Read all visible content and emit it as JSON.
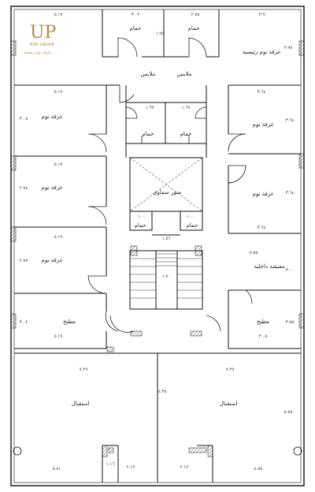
{
  "logo": {
    "mark": "UP",
    "text": "غرفة نوم رئيسية",
    "small": "RUD GROUP"
  },
  "rooms": {
    "master_bedroom_right": "غرفة نوم رئيسية",
    "bath_top_left": "حمام",
    "bath_top_right": "حمام",
    "closet_left": "ملابس",
    "closet_right": "ملابس",
    "bath_mid_left": "حمام",
    "bath_mid_right": "حمام",
    "bedroom_left_1": "غرفة نوم",
    "bedroom_right_1": "غرفة نوم",
    "bedroom_left_2": "غرفة نوم",
    "bedroom_right_2": "غرفة نوم",
    "bedroom_left_3": "غرفة نوم",
    "skylight": "منور سماوى",
    "bath_core_left": "حمام",
    "bath_core_right": "حمام",
    "inner_living": "معيشة داخلية",
    "kitchen_left": "مطبخ",
    "kitchen_right": "مطبخ",
    "reception_left": "استقبال",
    "reception_right": "استقبال"
  },
  "dimensions": {
    "d_top_1": "٣.٠٢",
    "d_top_2": "٢.٧٥",
    "d_top_3": "٣.٩٠",
    "d_top_left": "٥.١٩",
    "d_v_bath_l": "١.٩٥",
    "d_v_right_top": "٣.٩٥",
    "d_bath_mid_l": "١.٦٩",
    "d_bath_mid_r": "١.٦٩",
    "d_left_bed1_w": "٥.١٩",
    "d_left_bed1_h": "٣.٠٨",
    "d_right_bed1_w": "٣.٦٤",
    "d_right_bed1_h": "٣.٦٤",
    "d_left_bed2_w": "٥.١٩",
    "d_left_bed2_h": "٢.٩٤",
    "d_right_bed2_w": "٣.٦٤",
    "d_right_bed2_h": "٣.٦٤",
    "d_core_1": "١.٠٠",
    "d_core_2": "١.٠٠",
    "d_core_w": "١.٥٦",
    "d_left_bed3_w": "٥.١٩",
    "d_left_bed3_h": "٢.٨٩",
    "d_living_w": "٥.٥٥",
    "d_living_h": "٣.٠٠",
    "d_stair": "١.٧٠",
    "d_kitchen_l_w": "٥.١٩",
    "d_kitchen_l_h": "٣.٠٢",
    "d_kitchen_r_w": "٣.٠٥",
    "d_kitchen_r_h": "٣.٥٥",
    "d_rec_l_w": "٧.٢٩",
    "d_rec_r_w": "٧.٢٩",
    "d_rec_mid_h": "٤.٣٥",
    "d_rec_right_h": "٥.٥٥",
    "d_bot_1": "٥.٨١",
    "d_bot_2": "١.١٦",
    "d_bot_3": "٢.١٢",
    "d_bot_4": "٢.١٢",
    "d_bot_5": "٤.٥٥"
  }
}
